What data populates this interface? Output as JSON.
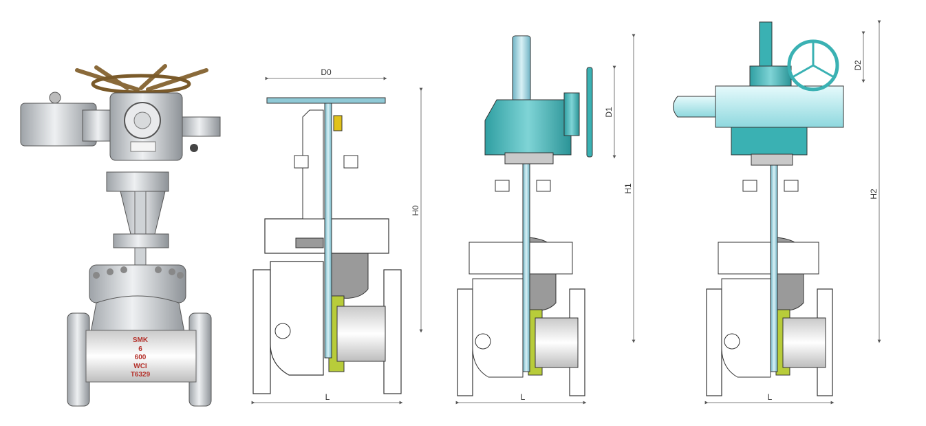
{
  "photo": {
    "body_marking": [
      "SMK",
      "6",
      "600",
      "WCI",
      "T6329"
    ]
  },
  "drawings": [
    {
      "id": "handwheel",
      "labels": {
        "width": "D0",
        "height": "H0",
        "length": "L"
      }
    },
    {
      "id": "gear",
      "labels": {
        "wheel": "D1",
        "height": "H1",
        "length": "L"
      }
    },
    {
      "id": "electric",
      "labels": {
        "wheel": "D2",
        "height": "H2",
        "length": "L"
      }
    }
  ],
  "colors": {
    "steel": "#e8eaec",
    "section_gray": "#9a9a9a",
    "seat_green": "#b8cc3a",
    "stem_blue": "#8fc9d6",
    "gearbox_teal": "#3ab1b3",
    "actuator_cyan": "#a8e6ea",
    "marking_red": "#b4302a"
  }
}
